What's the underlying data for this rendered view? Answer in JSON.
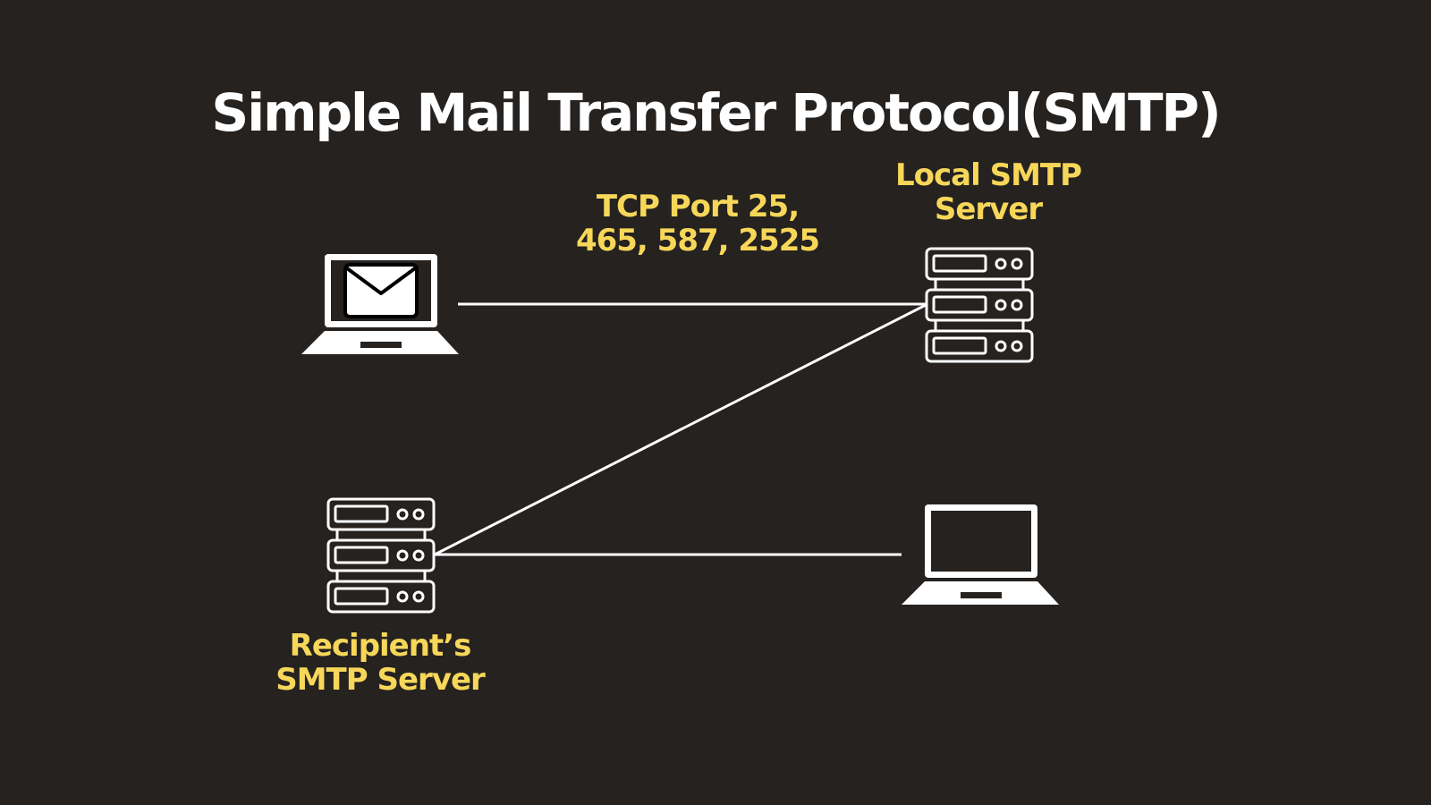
{
  "title": "Simple Mail Transfer Protocol(SMTP)",
  "nodes": {
    "local_server": {
      "label_line1": "Local SMTP",
      "label_line2": "Server"
    },
    "recipient_server": {
      "label_line1": "Recipient’s",
      "label_line2": "SMTP Server"
    }
  },
  "edges": {
    "sender_to_local": {
      "label_line1": "TCP Port 25,",
      "label_line2": "465, 587, 2525"
    }
  },
  "icons": {
    "sender": "laptop-with-envelope-icon",
    "local_server": "server-rack-icon",
    "recipient_server": "server-rack-icon",
    "recipient": "laptop-icon"
  },
  "colors": {
    "background": "#252220",
    "title": "#ffffff",
    "labels": "#f7d759",
    "lines": "#ffffff"
  }
}
